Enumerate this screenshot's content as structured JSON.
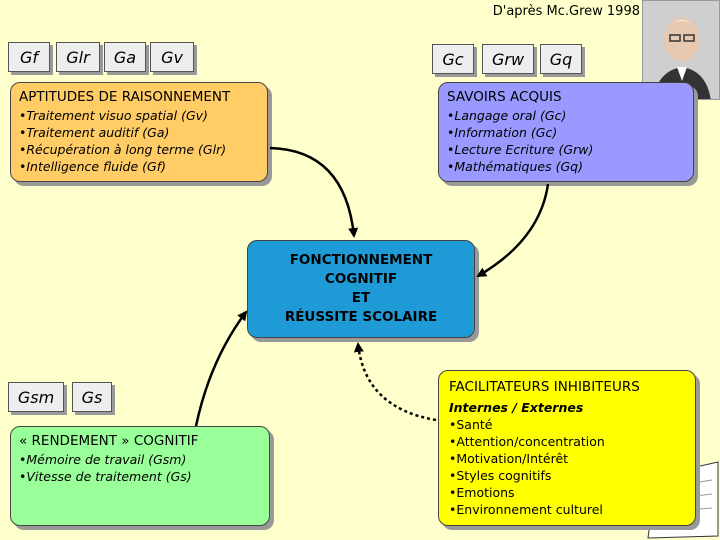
{
  "credit": "D'après Mc.Grew 1998",
  "tags_top_left": [
    "Gf",
    "Glr",
    "Ga",
    "Gv"
  ],
  "tags_top_right": [
    "Gc",
    "Grw",
    "Gq"
  ],
  "tags_bottom_left": [
    "Gsm",
    "Gs"
  ],
  "raisonnement": {
    "title": "APTITUDES DE RAISONNEMENT",
    "items": [
      "•Traitement visuo spatial (Gv)",
      "•Traitement auditif (Ga)",
      "•Récupération à long terme (Glr)",
      "•Intelligence fluide (Gf)"
    ]
  },
  "savoirs": {
    "title": "SAVOIRS ACQUIS",
    "items": [
      "•Langage oral (Gc)",
      "•Information (Gc)",
      "•Lecture Ecriture (Grw)",
      "•Mathématiques (Gq)"
    ]
  },
  "fonctionnement": {
    "lines": [
      "FONCTIONNEMENT",
      "COGNITIF",
      "ET",
      "RÉUSSITE SCOLAIRE"
    ]
  },
  "rendement": {
    "title": "« RENDEMENT » COGNITIF",
    "items": [
      "•Mémoire de travail (Gsm)",
      "•Vitesse de traitement (Gs)"
    ]
  },
  "facilitateurs": {
    "title": "FACILITATEURS INHIBITEURS",
    "subtitle": "Internes / Externes",
    "items": [
      "•Santé",
      "•Attention/concentration",
      "•Motivation/Intérêt",
      "•Styles cognitifs",
      "•Emotions",
      "•Environnement culturel"
    ]
  },
  "colors": {
    "background": "#ffffcc",
    "raisonnement": "#ffcc66",
    "savoirs": "#9999ff",
    "fonctionnement": "#1e9bd7",
    "rendement": "#99ff99",
    "facilitateurs": "#ffff00"
  },
  "icons": {
    "portrait": "portrait-photo",
    "corner": "note-paper-icon"
  }
}
